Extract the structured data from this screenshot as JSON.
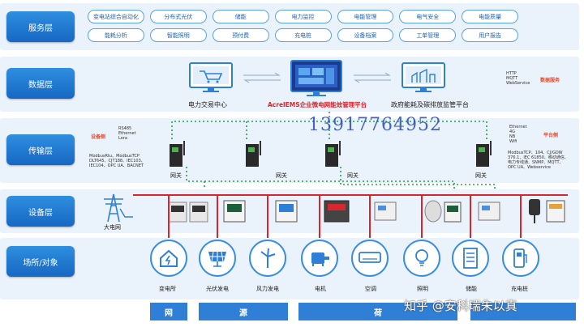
{
  "layers": {
    "service": "服务层",
    "data": "数据层",
    "transport": "传输层",
    "device": "设备层",
    "scene": "场所/对象"
  },
  "services": [
    "变电站综合自动化",
    "分布式光伏",
    "储能",
    "电力监控",
    "电能管理",
    "电气安全",
    "电能质量",
    "能耗分析",
    "智能照明",
    "预付费",
    "充电桩",
    "设备档案",
    "工单管理",
    "用户报告"
  ],
  "data_layer": {
    "left_label": "电力交易中心",
    "center_label": "AcrelEMS企业微电网能效管理平台",
    "right_label": "政府能耗及碳排放监管平台",
    "protocols": [
      "HTTP",
      "MQTT",
      "WebService"
    ],
    "data_service": "数据服务"
  },
  "transport": {
    "device_side": "设备侧",
    "device_protocols_top": [
      "RS485",
      "Ethernet",
      "Lora"
    ],
    "device_protocols": [
      "ModbusRtu、ModbusTCP",
      "DLT645、CJT188、IEC103、",
      "IEC104、OPC UA、BACNET"
    ],
    "gateway": "网关",
    "platform_side": "平台侧",
    "platform_protocols_top": [
      "Ethernet",
      "4G",
      "NB",
      "Wifi"
    ],
    "platform_protocols": [
      "ModbusTCP、104、CJ/GDW",
      "376.1、IEC 61850、移动通信、",
      "电力专线通、SNMP、MQTT、",
      "OPC UA、Webservice"
    ],
    "phone": "13917764952"
  },
  "device_layer": {
    "grid": "大电网"
  },
  "objects": [
    {
      "label": "变电所",
      "icon": "house-lightning-icon"
    },
    {
      "label": "光伏发电",
      "icon": "solar-panel-icon"
    },
    {
      "label": "风力发电",
      "icon": "wind-turbine-icon"
    },
    {
      "label": "电机",
      "icon": "motor-icon"
    },
    {
      "label": "空调",
      "icon": "air-conditioner-icon"
    },
    {
      "label": "照明",
      "icon": "bulb-icon"
    },
    {
      "label": "储能",
      "icon": "battery-cabinet-icon"
    },
    {
      "label": "充电桩",
      "icon": "charging-pile-icon"
    }
  ],
  "bottom_bar": [
    "网",
    "源",
    "荷"
  ],
  "watermark": "知乎 @安科瑞朱以真",
  "colors": {
    "accent": "#1f6fd0",
    "red": "#d9262c",
    "green": "#1aa84a"
  }
}
